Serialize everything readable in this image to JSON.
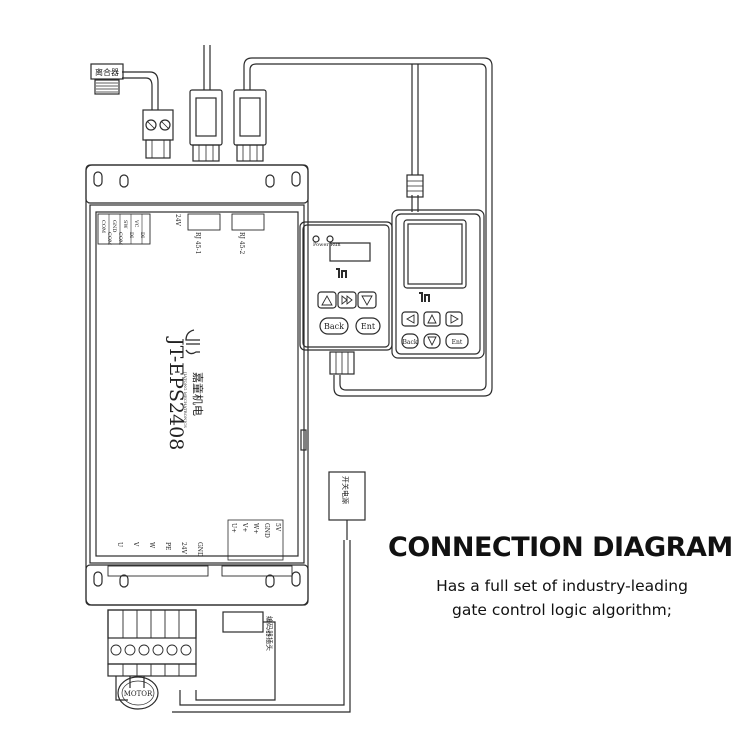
{
  "heading": {
    "title": "CONNECTION DIAGRAM",
    "line1": "Has a full set of industry-leading",
    "line2": "gate control logic algorithm;"
  },
  "controller": {
    "model": "JT-EPS2408",
    "brand": "嘉童机电",
    "brand_en": "JIATONG MECHATRONICS",
    "logo": "m-logo",
    "port_rj45_1": "RJ 45-1",
    "port_rj45_2": "RJ 45-2",
    "voltage_label": "24V",
    "left_terminal_labels": [
      "COM",
      "GND",
      "SW",
      "VC"
    ],
    "left_terminal_labels_b": [
      "COM",
      "COM",
      "DI",
      "DI"
    ],
    "bottom_power_labels": [
      "U",
      "V",
      "W",
      "PE",
      "24V",
      "GND"
    ],
    "bottom_signal_labels": [
      "U+",
      "V+",
      "W+",
      "GND",
      "5V"
    ]
  },
  "panel_small": {
    "indicator": "Power Run",
    "logo": "m-logo",
    "buttons": [
      "Back",
      "Ent"
    ],
    "arrows": [
      "up-arrow-icon",
      "rewind-icon",
      "down-arrow-icon"
    ]
  },
  "panel_large": {
    "logo": "m-logo",
    "buttons": [
      "Back",
      "Ent"
    ],
    "arrows": [
      "left-arrow-icon",
      "up-arrow-icon",
      "down-arrow-icon",
      "right-arrow-icon"
    ]
  },
  "components": {
    "relay_label": "离合器",
    "power_switch_label": "开关电源",
    "encoder_label": "编码器插头",
    "motor_label": "MOTOR"
  },
  "colors": {
    "line": "#2b2b2b",
    "bg": "#ffffff"
  }
}
